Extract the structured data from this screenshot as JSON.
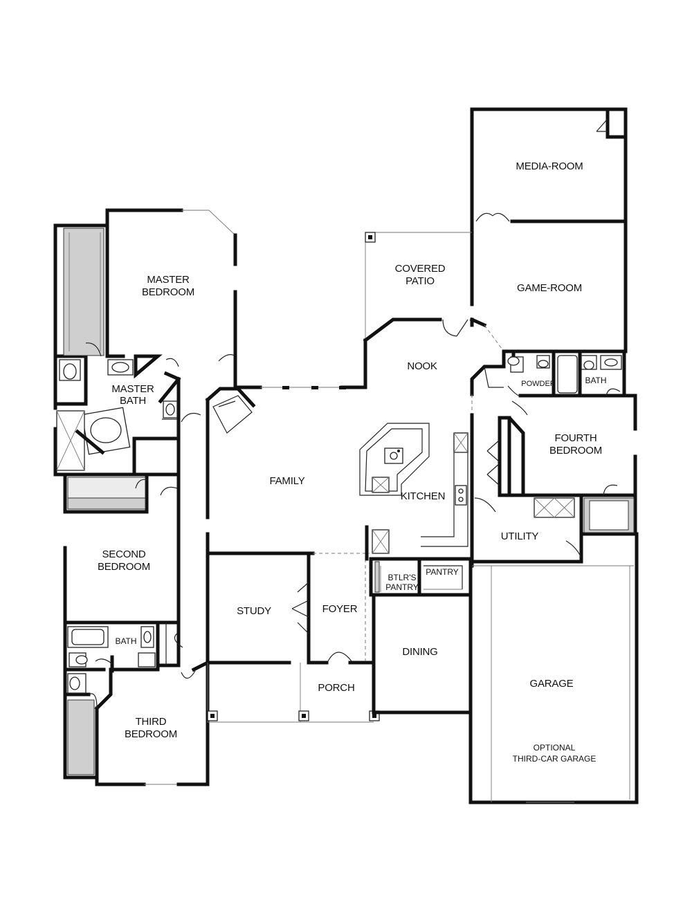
{
  "rooms": {
    "media_room": "MEDIA-ROOM",
    "covered_patio_1": "COVERED",
    "covered_patio_2": "PATIO",
    "game_room": "GAME-ROOM",
    "master_bedroom_1": "MASTER",
    "master_bedroom_2": "BEDROOM",
    "master_bath_1": "MASTER",
    "master_bath_2": "BATH",
    "nook": "NOOK",
    "powder": "POWDER",
    "bath_upper": "BATH",
    "fourth_bedroom_1": "FOURTH",
    "fourth_bedroom_2": "BEDROOM",
    "family": "FAMILY",
    "kitchen": "KITCHEN",
    "utility": "UTILITY",
    "second_bedroom_1": "SECOND",
    "second_bedroom_2": "BEDROOM",
    "study": "STUDY",
    "foyer": "FOYER",
    "butlers_pantry_1": "BTLR'S",
    "butlers_pantry_2": "PANTRY",
    "pantry": "PANTRY",
    "dining": "DINING",
    "bath_lower": "BATH",
    "porch": "PORCH",
    "garage": "GARAGE",
    "optional_garage_1": "OPTIONAL",
    "optional_garage_2": "THIRD-CAR GARAGE",
    "third_bedroom_1": "THIRD",
    "third_bedroom_2": "BEDROOM"
  },
  "colors": {
    "wall": "#111111",
    "closet_hatch": "#cfcfcf",
    "background": "#ffffff"
  }
}
